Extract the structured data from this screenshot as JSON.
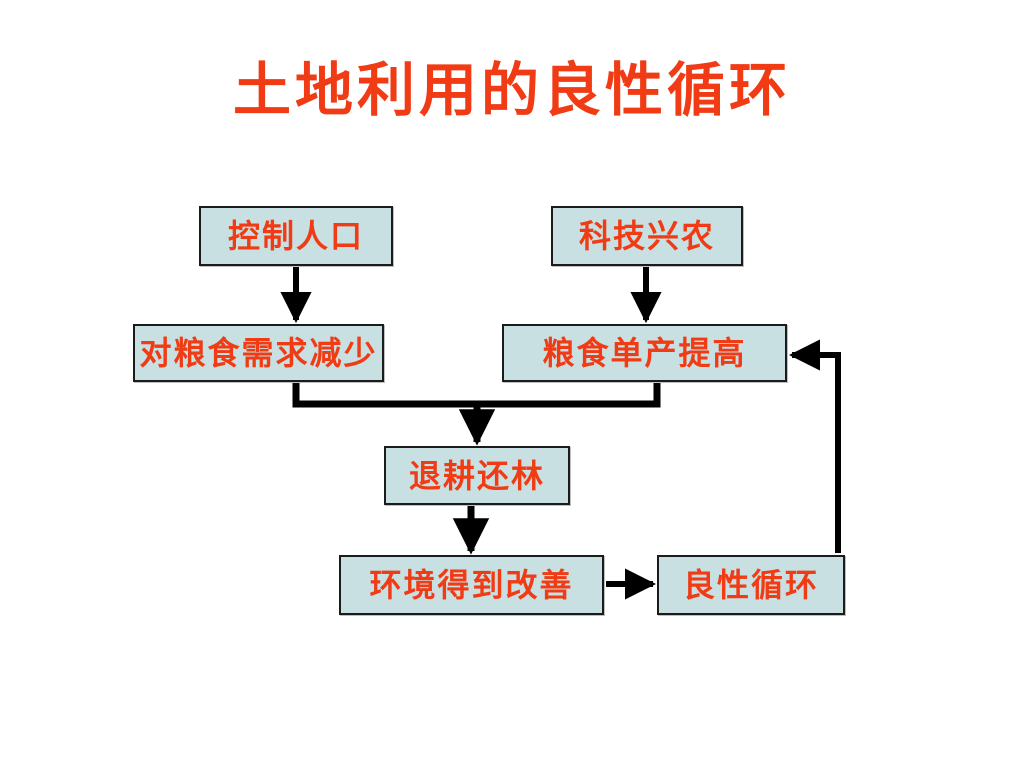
{
  "slide": {
    "title": "土地利用的良性循环",
    "background_color": "#ffffff",
    "title_color": "#f03b14",
    "node_fill_color": "#c8e0e2",
    "node_border_color": "#1b1b1b",
    "node_text_color": "#f03b14",
    "edge_color": "#000000"
  },
  "nodes": [
    {
      "id": "control",
      "label": "控制人口"
    },
    {
      "id": "tech",
      "label": "科技兴农"
    },
    {
      "id": "demand_down",
      "label": "对粮食需求减少"
    },
    {
      "id": "yield_up",
      "label": "粮食单产提高"
    },
    {
      "id": "return_forest",
      "label": "退耕还林"
    },
    {
      "id": "env_improve",
      "label": "环境得到改善"
    },
    {
      "id": "virtuous",
      "label": "良性循环"
    }
  ],
  "edges": [
    {
      "from": "control",
      "to": "demand_down",
      "style": "straight-down"
    },
    {
      "from": "tech",
      "to": "yield_up",
      "style": "straight-down"
    },
    {
      "from": "demand_down",
      "to": "return_forest",
      "style": "merge-down"
    },
    {
      "from": "yield_up",
      "to": "return_forest",
      "style": "merge-down"
    },
    {
      "from": "return_forest",
      "to": "env_improve",
      "style": "straight-down"
    },
    {
      "from": "env_improve",
      "to": "virtuous",
      "style": "straight-right"
    },
    {
      "from": "virtuous",
      "to": "yield_up",
      "style": "feedback-loop"
    }
  ]
}
